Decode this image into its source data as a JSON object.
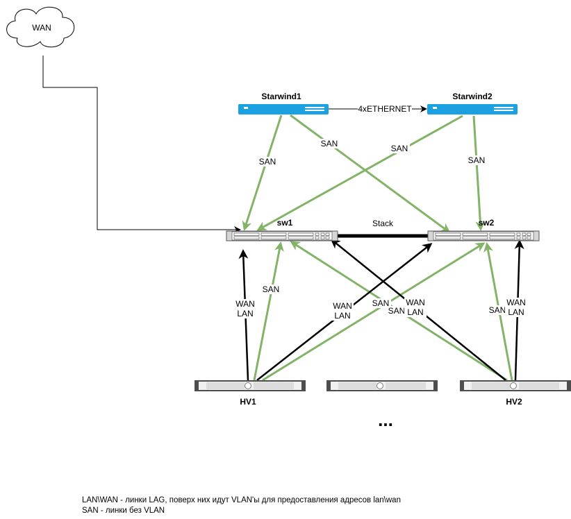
{
  "nodes": {
    "wan_cloud": "WAN",
    "starwind1": "Starwind1",
    "starwind2": "Starwind2",
    "sw1": "sw1",
    "sw2": "sw2",
    "hv1": "HV1",
    "hv2": "HV2",
    "ellipsis": "..."
  },
  "links": {
    "ethernet": "4xETHERNET",
    "stack": "Stack",
    "san": "SAN",
    "wan": "WAN",
    "lan": "LAN"
  },
  "legend": {
    "line1": "LAN\\WAN - линки LAG, поверх них идут VLAN'ы для предоставления адресов lan\\wan",
    "line2": "SAN - линки без VLAN"
  },
  "colors": {
    "san": "#82b366",
    "lan_wan": "#000000",
    "storage_device": "#1ba1e2"
  }
}
